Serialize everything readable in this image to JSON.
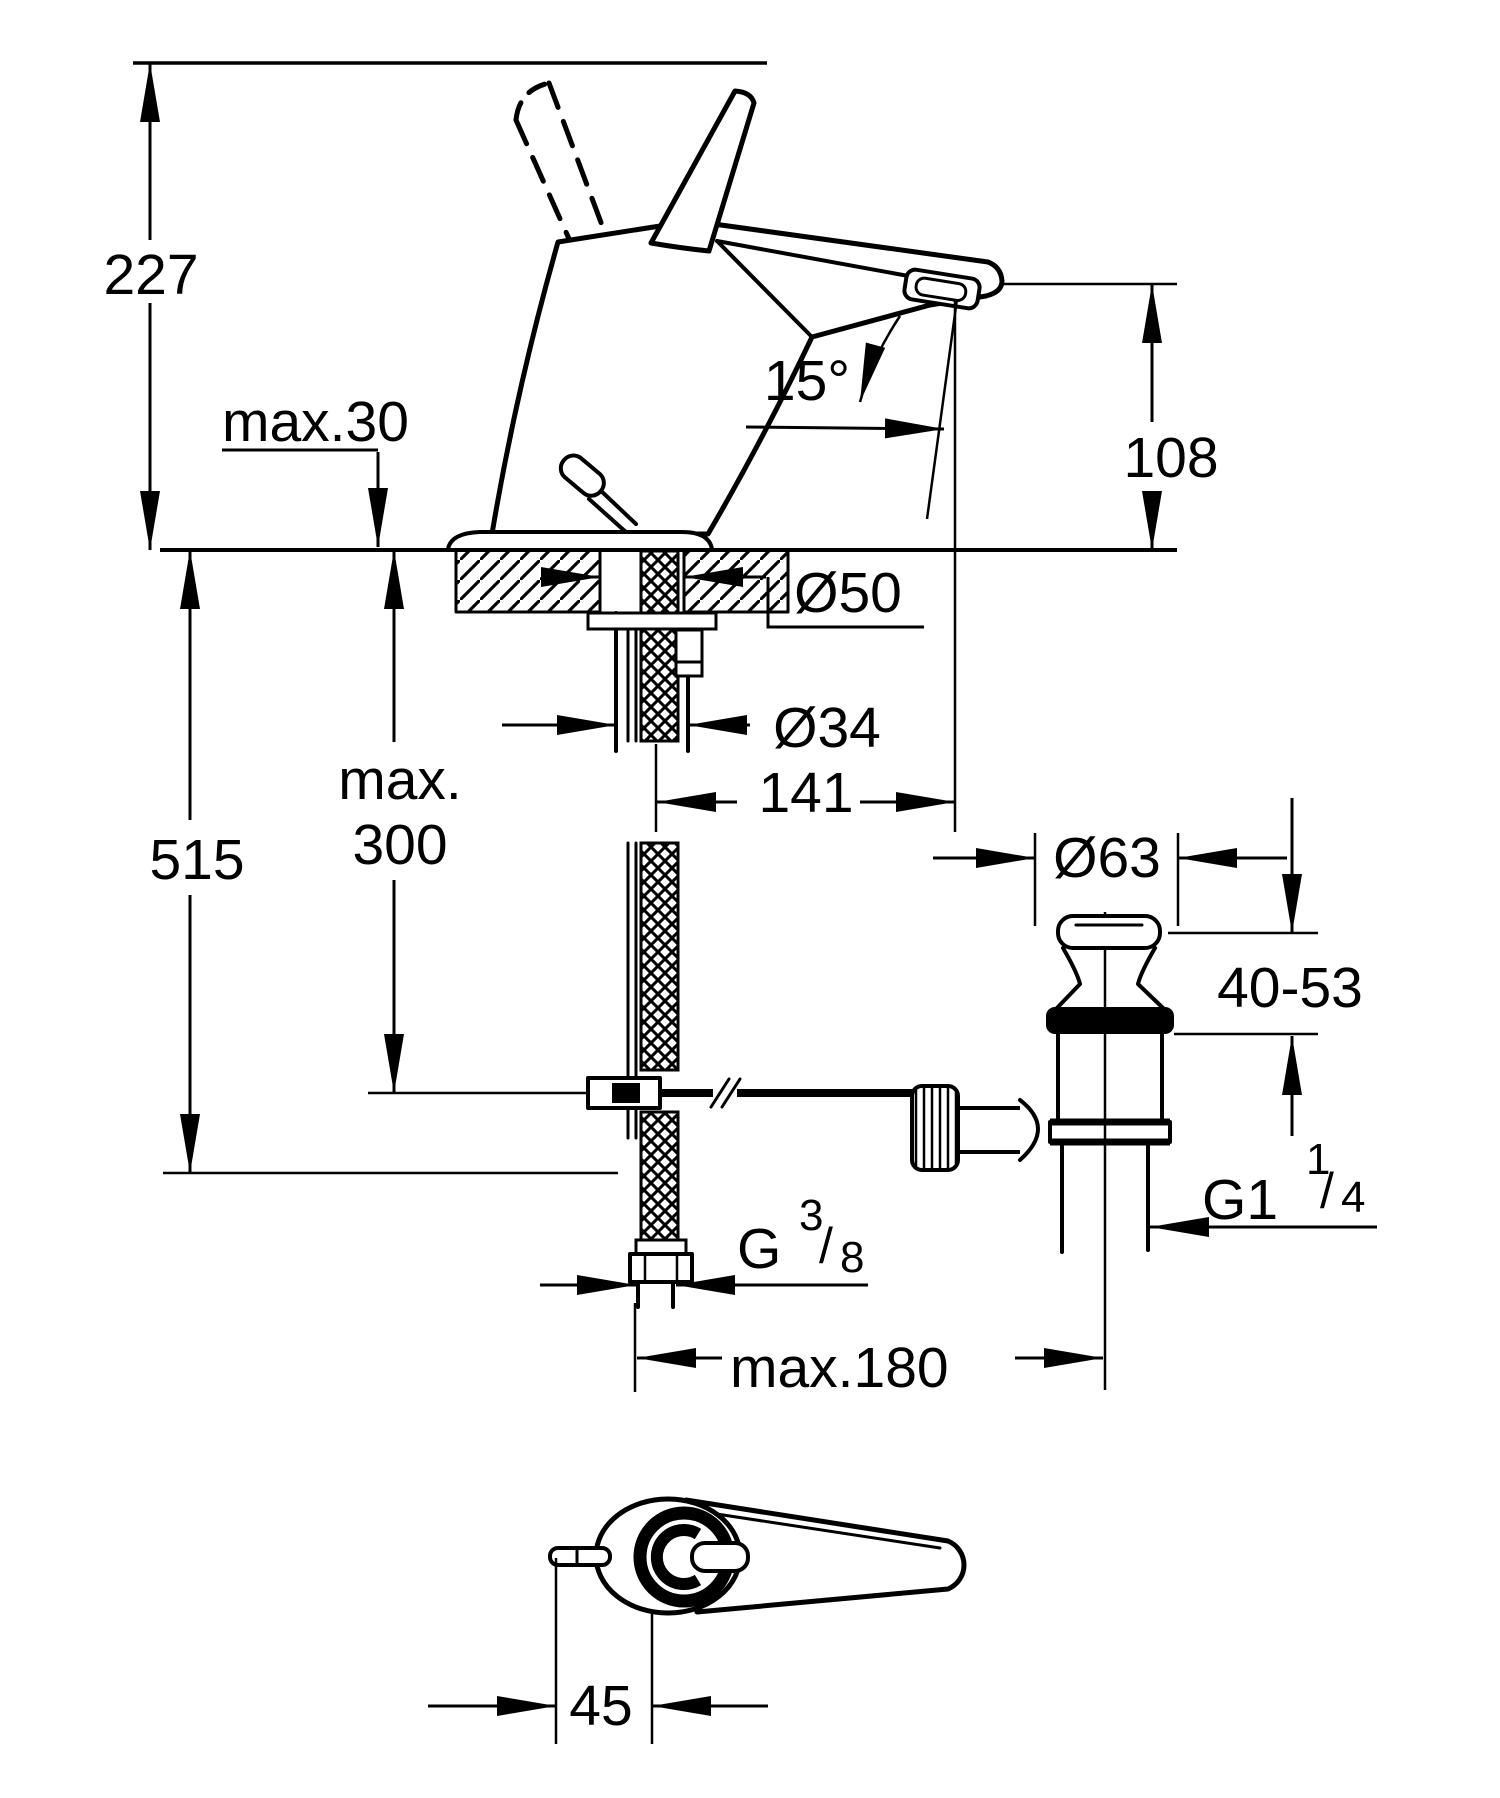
{
  "drawing": {
    "type": "technical-dimension-diagram",
    "units": "mm",
    "labels": {
      "overall_height": "227",
      "max_deck_thickness": "max.30",
      "spout_angle": "15°",
      "spout_height": "108",
      "hole_diameter": "Ø50",
      "shank_diameter": "Ø34",
      "spout_reach": "141",
      "height_below_deck": "515",
      "hose_length_line1": "max.",
      "hose_length_line2": "300",
      "plug_diameter": "Ø63",
      "plug_adjust_range": "40-53",
      "max_offset": "max.180",
      "lever_pin_offset": "45",
      "drain_thread": {
        "base": "G1",
        "sup": "1",
        "slash": "/",
        "sub": "4"
      },
      "hose_thread": {
        "base": "G",
        "sup": "3",
        "slash": "/",
        "sub": "8"
      }
    },
    "colors": {
      "line": "#000000",
      "background": "#ffffff"
    }
  }
}
